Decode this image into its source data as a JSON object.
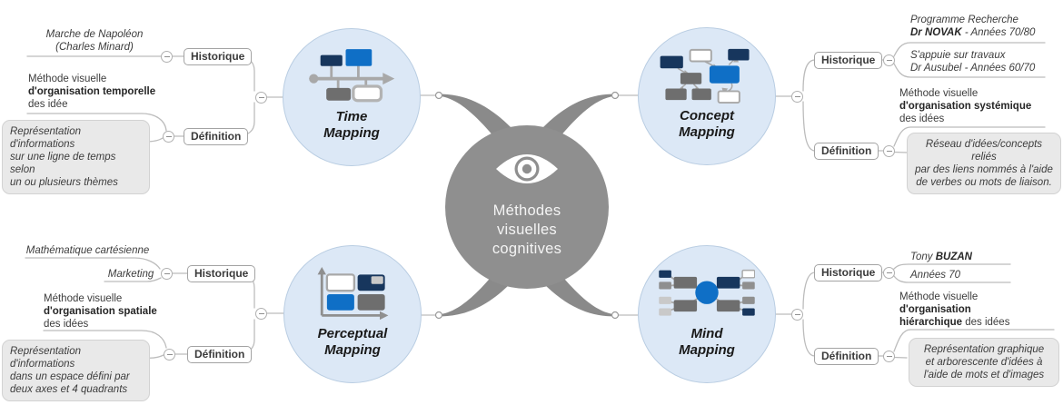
{
  "center": {
    "line1": "Méthodes",
    "line2": "visuelles",
    "line3": "cognitives"
  },
  "time": {
    "topic1": "Time",
    "topic2": "Mapping",
    "historique": "Historique",
    "definition": "Définition",
    "hist_child_l1": "Marche de Napoléon",
    "hist_child_l2": "(Charles Minard)",
    "def_l1": "Méthode visuelle",
    "def_l2": "d'organisation temporelle",
    "def_l3": "des idée",
    "callout_l1": "Représentation d'informations",
    "callout_l2": "sur une ligne de temps selon",
    "callout_l3": "un ou plusieurs thèmes"
  },
  "concept": {
    "topic1": "Concept",
    "topic2": "Mapping",
    "historique": "Historique",
    "definition": "Définition",
    "child1_l1": "Programme Recherche",
    "child1_l2b": "Dr NOVAK",
    "child1_l2": " - Années 70/80",
    "child2_l1": "S'appuie sur travaux",
    "child2_l2": "Dr Ausubel - Années 60/70",
    "def_l1": "Méthode visuelle",
    "def_l2": "d'organisation systémique",
    "def_l3": "des idées",
    "callout_l1": "Réseau d'idées/concepts reliés",
    "callout_l2": "par des liens nommés à l'aide",
    "callout_l3": "de verbes ou mots de liaison."
  },
  "perceptual": {
    "topic1": "Perceptual",
    "topic2": "Mapping",
    "historique": "Historique",
    "definition": "Définition",
    "child1": "Mathématique cartésienne",
    "child2": "Marketing",
    "def_l1": "Méthode visuelle",
    "def_l2": "d'organisation spatiale",
    "def_l3": "des idées",
    "callout_l1": "Représentation d'informations",
    "callout_l2": "dans un espace défini par",
    "callout_l3": "deux axes et 4 quadrants"
  },
  "mind": {
    "topic1": "Mind",
    "topic2": "Mapping",
    "historique": "Historique",
    "definition": "Définition",
    "child1_pre": "Tony ",
    "child1_b": "BUZAN",
    "child2": "Années 70",
    "def_l1": "Méthode visuelle",
    "def_l2": "d'organisation",
    "def_l3b": "hiérarchique",
    "def_l3": " des idées",
    "callout_l1": "Représentation graphique",
    "callout_l2": "et arborescente d'idées à",
    "callout_l3": "l'aide de mots et d'images"
  },
  "colors": {
    "accent_blue": "#0f6fc6",
    "navy": "#17365d",
    "center_gray": "#8f8f8f",
    "topic_circle_fill": "#dce8f6",
    "callout_fill": "#e9e9e9",
    "branch_gray": "#8a8a8a"
  }
}
